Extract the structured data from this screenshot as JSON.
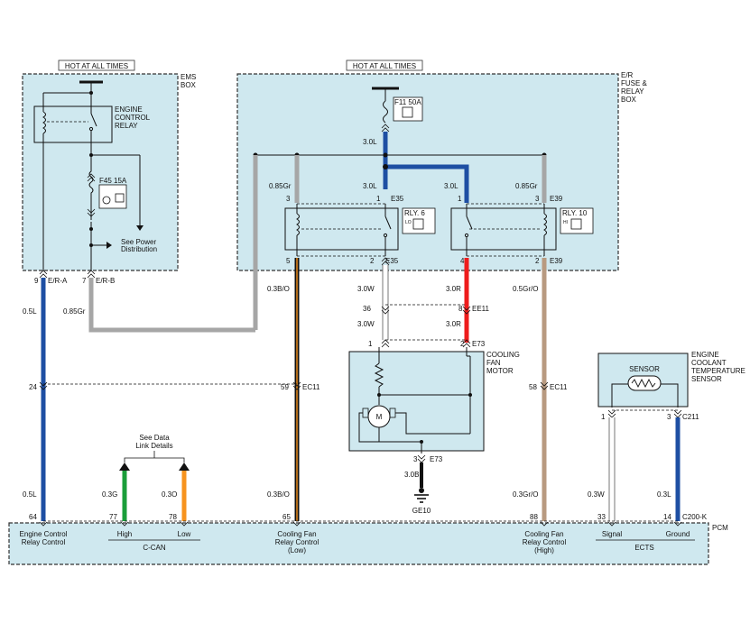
{
  "headers": {
    "hot_ems": "HOT AT ALL TIMES",
    "hot_er": "HOT AT ALL TIMES"
  },
  "boxes": {
    "ems_box": [
      "EMS",
      "BOX"
    ],
    "er_box": [
      "E/R",
      "FUSE &",
      "RELAY",
      "BOX"
    ],
    "pcm": "PCM"
  },
  "components": {
    "engine_control_relay": [
      "ENGINE",
      "CONTROL",
      "RELAY"
    ],
    "fuse_f45": "F45 15A",
    "fuse_f11": "F11 50A",
    "see_power": [
      "See Power",
      "Distribution"
    ],
    "rly6": "RLY. 6",
    "rly6_tag": "LO",
    "rly10": "RLY. 10",
    "rly10_tag": "HI",
    "cooling_fan_motor": [
      "COOLING",
      "FAN",
      "MOTOR"
    ],
    "motor_symbol": "M",
    "ect_sensor": [
      "ENGINE",
      "COOLANT",
      "TEMPERATURE",
      "SENSOR"
    ],
    "sensor_box": "SENSOR",
    "ground": "GE10",
    "see_data_link": [
      "See Data",
      "Link Details"
    ]
  },
  "connectors": {
    "e_r_a": "E/R-A",
    "e_r_b": "E/R-B",
    "e35_top": "E35",
    "e39_top": "E39",
    "e35_bot": "E35",
    "e39_bot": "E39",
    "ee11": "EE11",
    "e73_top": "E73",
    "e73_bot": "E73",
    "ec11_left": "EC11",
    "ec11_right": "EC11",
    "c211": "C211",
    "c200k": "C200-K"
  },
  "pins": {
    "p9": "9",
    "p7": "7",
    "p3_l": "3",
    "p1_l": "1",
    "p1_r": "1",
    "p3_r": "3",
    "p5": "5",
    "p2_l": "2",
    "p4": "4",
    "p2_r": "2",
    "p36": "36",
    "p8": "8",
    "p1_m": "1",
    "p2_m": "2",
    "p24": "24",
    "p59": "59",
    "p58": "58",
    "p3_g": "3",
    "s1": "1",
    "s3": "3",
    "p64": "64",
    "p77": "77",
    "p78": "78",
    "p65": "65",
    "p88": "88",
    "p33": "33",
    "p14": "14"
  },
  "wires": {
    "w_30l_fuse": "3.0L",
    "w_085gr_l": "0.85Gr",
    "w_30l_l": "3.0L",
    "w_30l_r": "3.0L",
    "w_085gr_r": "0.85Gr",
    "w_05l_ems": "0.5L",
    "w_085gr_ems": "0.85Gr",
    "w_03bo": "0.3B/O",
    "w_30w_a": "3.0W",
    "w_30r_a": "3.0R",
    "w_05gro": "0.5Gr/O",
    "w_30w_b": "3.0W",
    "w_30r_b": "3.0R",
    "w_30b": "3.0B",
    "w_05l_b": "0.5L",
    "w_03g": "0.3G",
    "w_03o": "0.3O",
    "w_03bo_b": "0.3B/O",
    "w_03gro": "0.3Gr/O",
    "w_03w": "0.3W",
    "w_03l": "0.3L"
  },
  "pcm_labels": {
    "engine_control": [
      "Engine Control",
      "Relay Control"
    ],
    "high": "High",
    "low": "Low",
    "c_can": "C-CAN",
    "fan_low": [
      "Cooling Fan",
      "Relay Control",
      "(Low)"
    ],
    "fan_high": [
      "Cooling Fan",
      "Relay Control",
      "(High)"
    ],
    "signal": "Signal",
    "ground": "Ground",
    "ects": "ECTS"
  },
  "colors": {
    "box_fill": "#cfe8ef",
    "blue_wire": "#1e4fa3",
    "gray_wire": "#a6a6a6",
    "red_wire": "#ee1c1c",
    "tan_wire": "#b89a80",
    "green_wire": "#1a9e3a",
    "orange_wire": "#f7931e",
    "black_wire": "#111111"
  }
}
